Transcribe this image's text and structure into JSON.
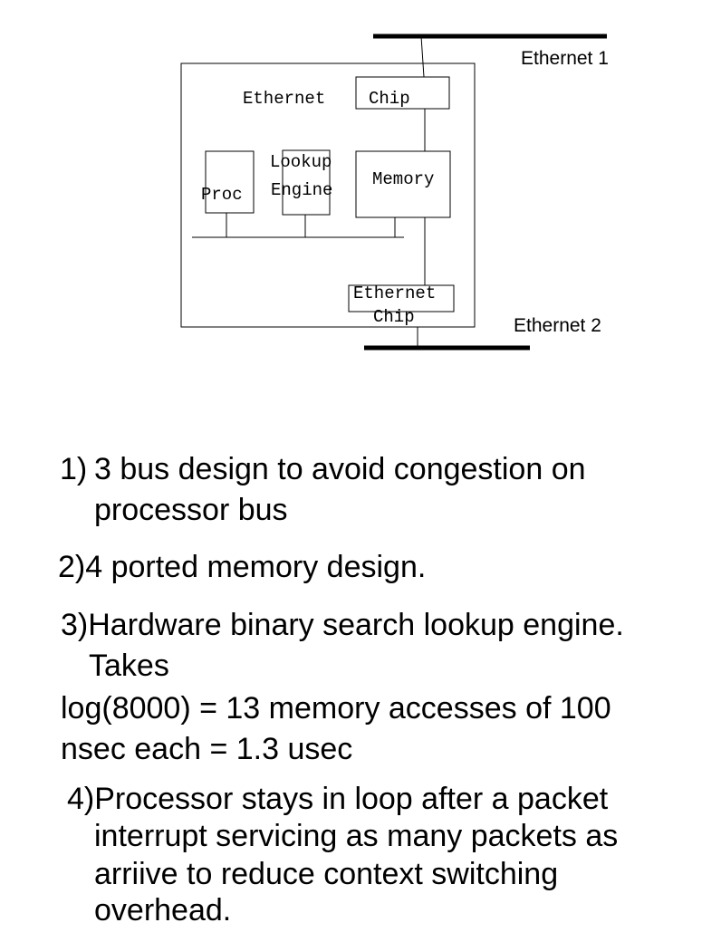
{
  "diagram": {
    "ethernet1_label": "Ethernet 1",
    "ethernet2_label": "Ethernet 2",
    "top_chip_label_a": "Ethernet",
    "top_chip_label_b": "Chip",
    "proc_label": "Proc",
    "lookup_label_line1": "Lookup",
    "lookup_label_line2": "Engine",
    "memory_label": "Memory",
    "bottom_chip_line1": "Ethernet",
    "bottom_chip_line2": "Chip"
  },
  "points": {
    "p1_num": "1)",
    "p1_line1": "3 bus design to avoid congestion on",
    "p1_line2": "processor bus",
    "p2": "2)4 ported memory design.",
    "p3_line1": "3)Hardware binary search lookup engine.",
    "p3_line2": "Takes",
    "p3_line3": "log(8000) = 13 memory accesses of 100",
    "p3_line4": "nsec each = 1.3 usec",
    "p4_line1": "4)Processor stays in loop after a packet",
    "p4_line2": "interrupt servicing  as many packets as",
    "p4_line3": "arriive to reduce context switching",
    "p4_line4": "overhead."
  }
}
